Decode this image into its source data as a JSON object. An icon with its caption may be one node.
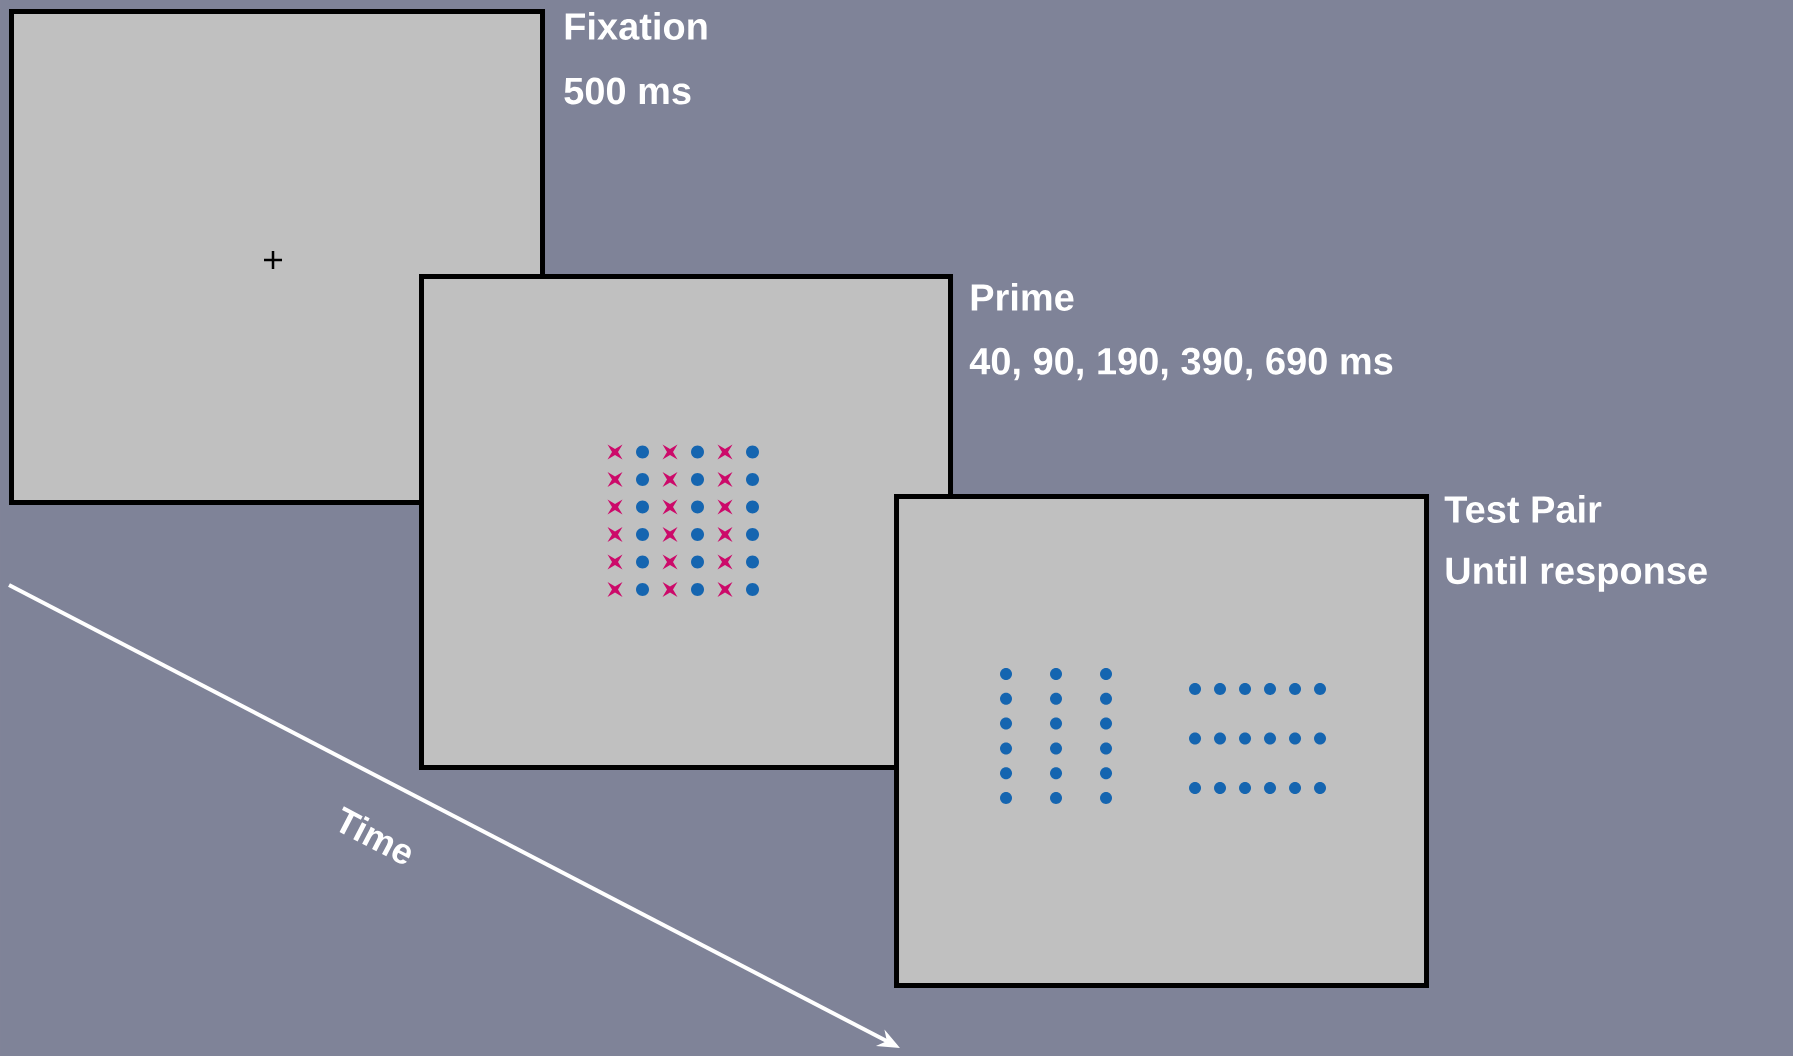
{
  "diagram": {
    "nodes": [
      {
        "text": [
          "Fixation"
        ],
        "beside": [
          "500 ms"
        ]
      },
      {
        "text": [
          "Prime"
        ],
        "beside": [
          "40, 90, 190, 390, 690 ms"
        ]
      },
      {
        "text": [
          "Test Pair"
        ],
        "beside": [
          "Until response"
        ]
      }
    ],
    "labels": [
      "Time"
    ]
  }
}
